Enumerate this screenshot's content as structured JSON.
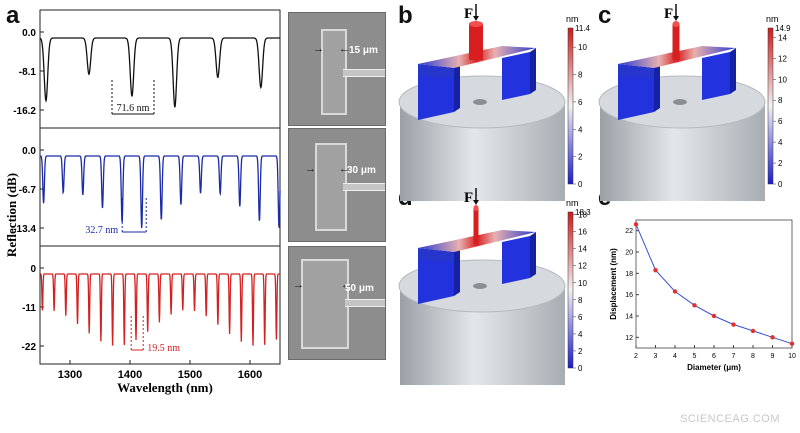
{
  "panels": {
    "a": "a",
    "b": "b",
    "c": "c",
    "d": "d",
    "e": "e"
  },
  "panel_a": {
    "ylabel": "Reflection (dB)",
    "xlabel": "Wavelength (nm)",
    "xticks": [
      "1300",
      "1400",
      "1500",
      "1600"
    ],
    "traces": [
      {
        "color": "#111111",
        "yticks": [
          "0.0",
          "-8.1",
          "-16.2"
        ],
        "annotation": "71.6 nm"
      },
      {
        "color": "#1a2aa8",
        "yticks": [
          "0.0",
          "-6.7",
          "-13.4"
        ],
        "annotation": "32.7 nm"
      },
      {
        "color": "#d42020",
        "yticks": [
          "0",
          "-11",
          "-22"
        ],
        "annotation": "19.5 nm"
      }
    ]
  },
  "micrographs": [
    "15 μm",
    "30 μm",
    "50 μm"
  ],
  "force_label": "F",
  "colorbars": [
    {
      "unit": "nm",
      "max": "11.4",
      "ticks": [
        "10",
        "8",
        "6",
        "4",
        "2",
        "0"
      ]
    },
    {
      "unit": "nm",
      "max": "14.9",
      "ticks": [
        "14",
        "12",
        "10",
        "8",
        "6",
        "4",
        "2",
        "0"
      ]
    },
    {
      "unit": "nm",
      "max": "18.3",
      "ticks": [
        "18",
        "16",
        "14",
        "12",
        "10",
        "8",
        "6",
        "4",
        "2",
        "0"
      ]
    }
  ],
  "chart_data": {
    "type": "line",
    "xlabel": "Diameter (μm)",
    "ylabel": "Displacement (nm)",
    "x": [
      2,
      3,
      4,
      5,
      6,
      7,
      8,
      9,
      10
    ],
    "series": [
      {
        "values": [
          22.6,
          18.3,
          16.3,
          15.0,
          14.0,
          13.2,
          12.6,
          12.0,
          11.4
        ]
      }
    ],
    "xlim": [
      2,
      10
    ],
    "ylim": [
      11,
      23
    ],
    "xticks": [
      2,
      3,
      4,
      5,
      6,
      7,
      8,
      9,
      10
    ],
    "yticks": [
      12,
      14,
      16,
      18,
      20,
      22
    ],
    "line_color": "#3b4fd0",
    "marker_color": "#e03030"
  },
  "watermark": "SCIENCEAG.COM"
}
